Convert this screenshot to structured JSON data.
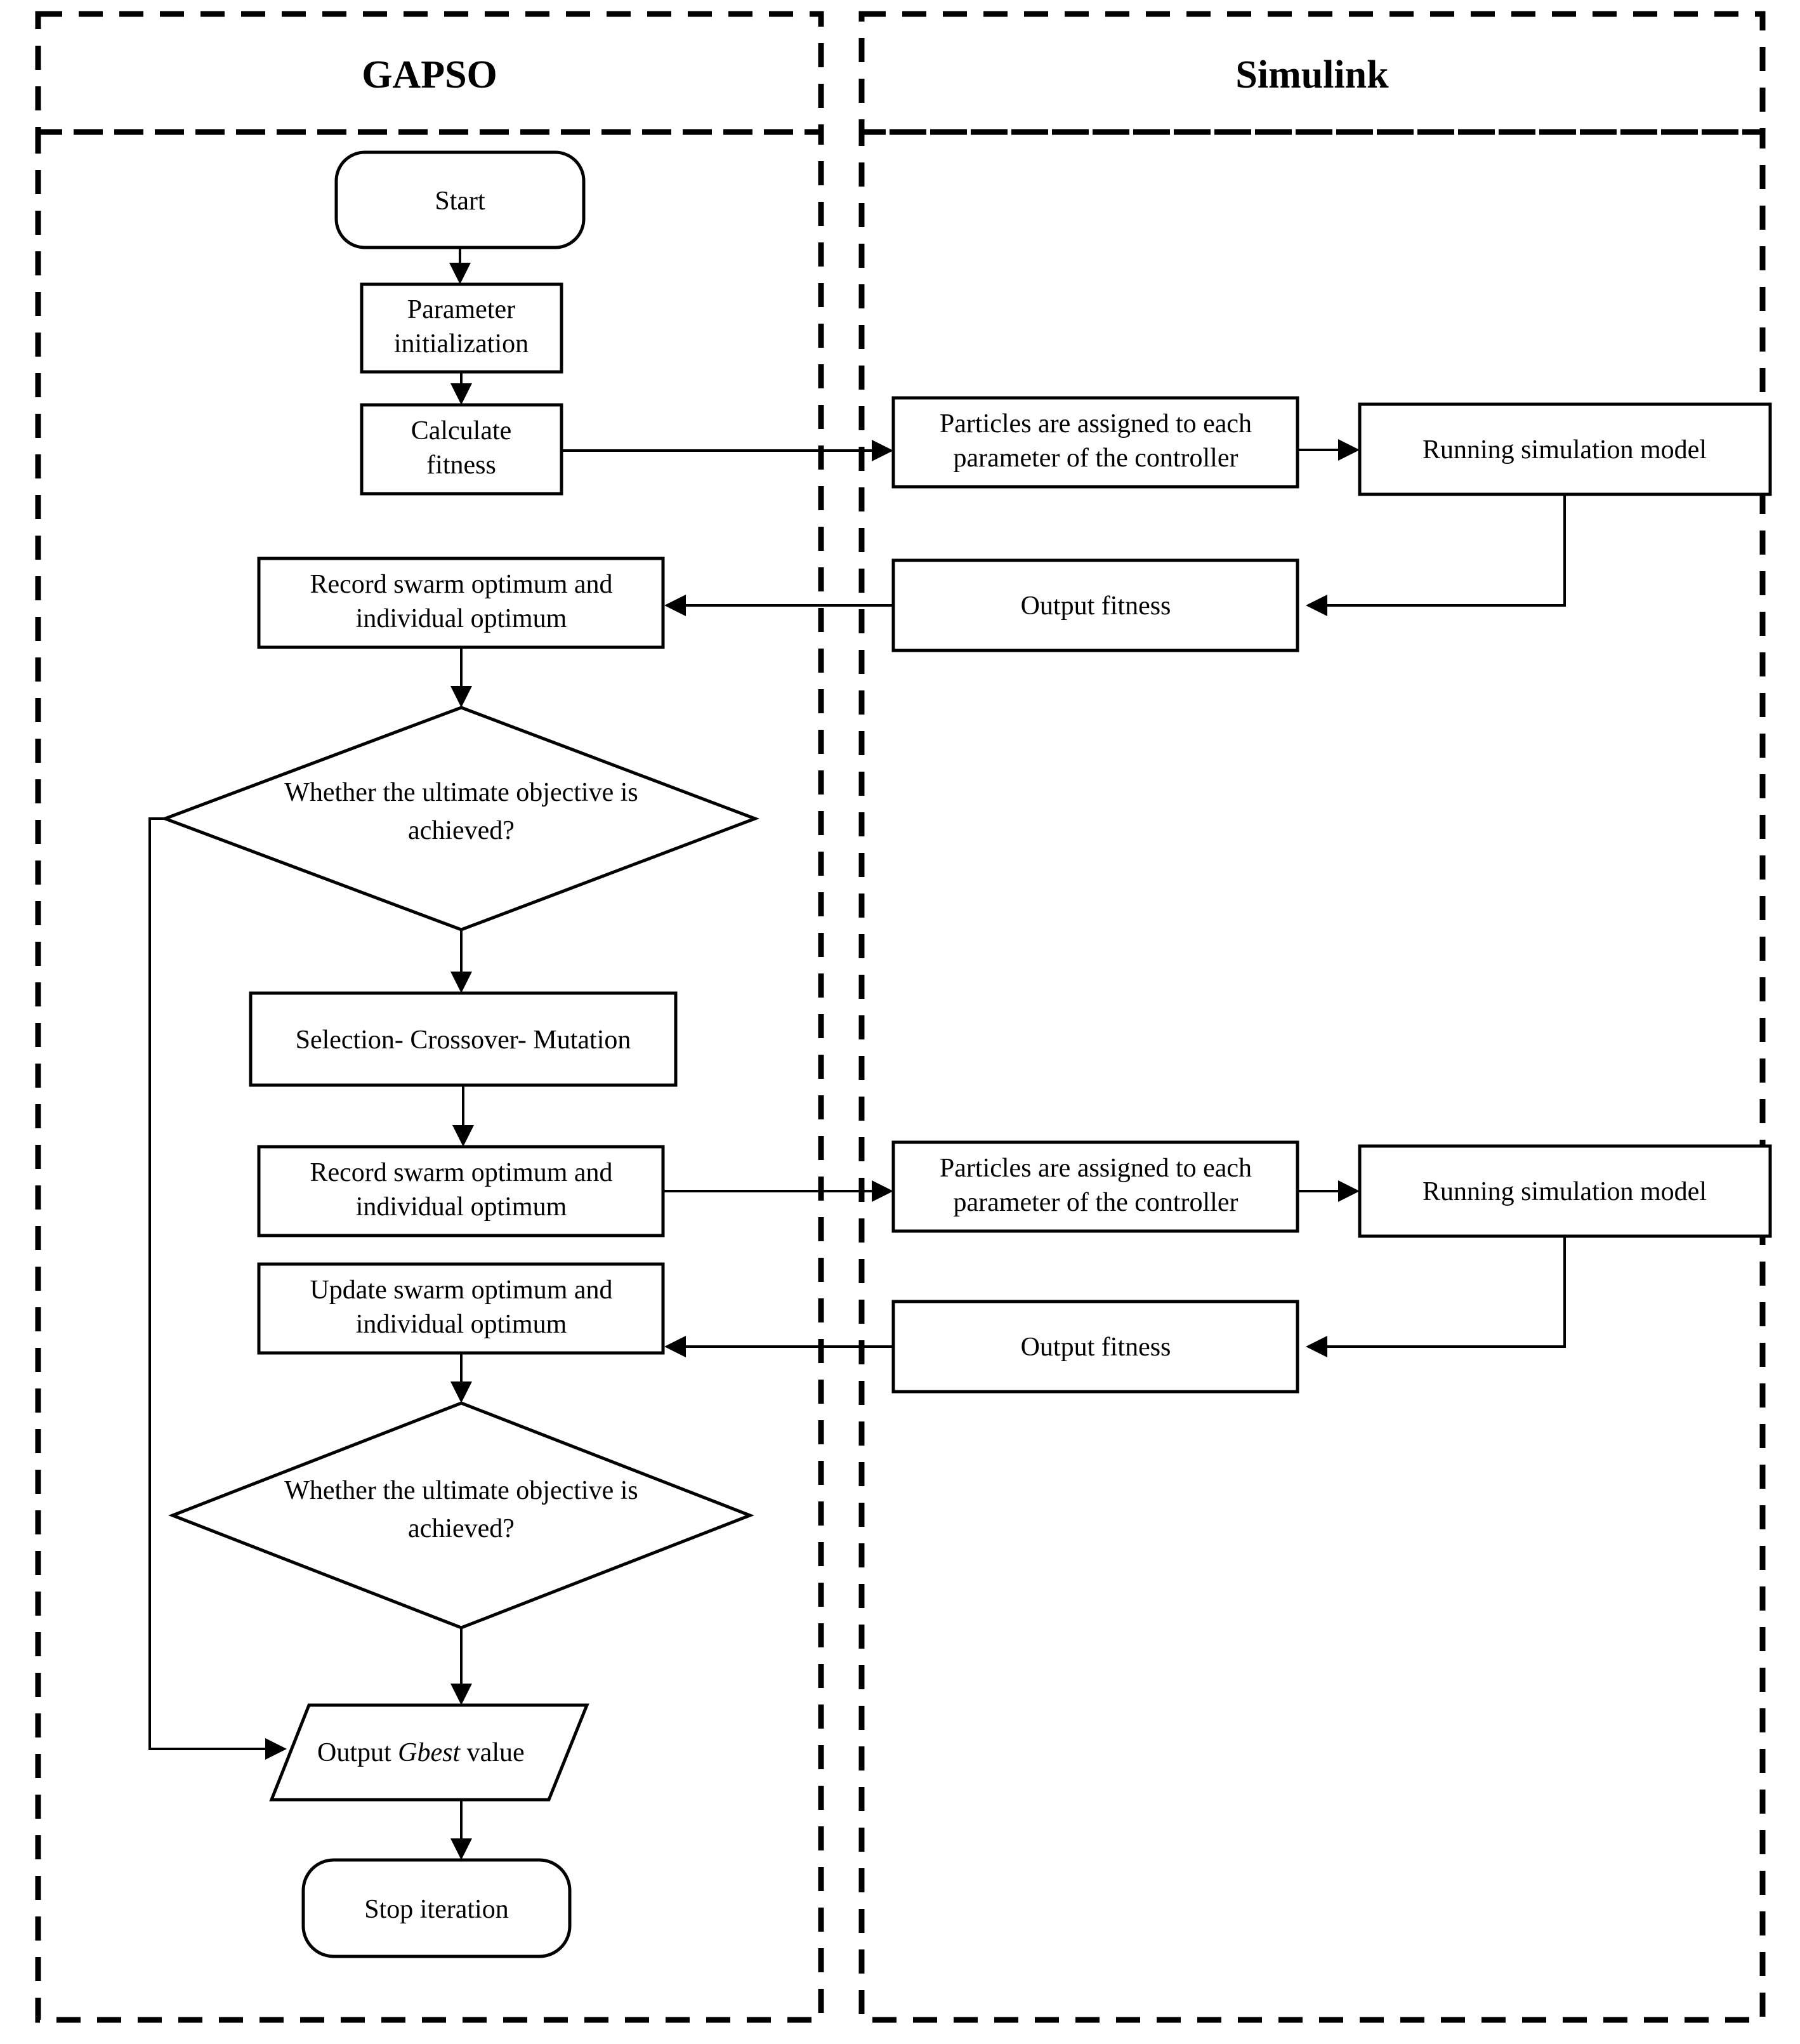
{
  "diagram": {
    "title_left": "GAPSO",
    "title_right": "Simulink",
    "type": "flowchart",
    "lanes": [
      {
        "id": "gapso",
        "label": "GAPSO",
        "nodes": [
          {
            "id": "start",
            "shape": "terminator",
            "label": "Start"
          },
          {
            "id": "param-init",
            "shape": "process",
            "label_line1": "Parameter",
            "label_line2": "initialization"
          },
          {
            "id": "calc-fitness",
            "shape": "process",
            "label_line1": "Calculate",
            "label_line2": "fitness"
          },
          {
            "id": "record-1",
            "shape": "process",
            "label_line1": "Record swarm optimum and",
            "label_line2": "individual optimum"
          },
          {
            "id": "decision-1",
            "shape": "decision",
            "label_line1": "Whether the ultimate objective is",
            "label_line2": "achieved?"
          },
          {
            "id": "gene-ops",
            "shape": "process",
            "label": "Selection- Crossover- Mutation"
          },
          {
            "id": "record-2",
            "shape": "process",
            "label_line1": "Record swarm optimum and",
            "label_line2": "individual optimum"
          },
          {
            "id": "update",
            "shape": "process",
            "label_line1": "Update swarm optimum and",
            "label_line2": "individual optimum"
          },
          {
            "id": "decision-2",
            "shape": "decision",
            "label_line1": "Whether the ultimate objective is",
            "label_line2": "achieved?"
          },
          {
            "id": "output-gbest",
            "shape": "parallelogram",
            "label_pre": "Output ",
            "label_em": "Gbest",
            "label_post": " value"
          },
          {
            "id": "stop",
            "shape": "terminator",
            "label": "Stop iteration"
          }
        ]
      },
      {
        "id": "simulink",
        "label": "Simulink",
        "nodes": [
          {
            "id": "assign-1",
            "shape": "process",
            "label_line1": "Particles are assigned to each",
            "label_line2": "parameter of the controller"
          },
          {
            "id": "run-sim-1",
            "shape": "process",
            "label": "Running simulation model"
          },
          {
            "id": "out-fit-1",
            "shape": "process",
            "label": "Output fitness"
          },
          {
            "id": "assign-2",
            "shape": "process",
            "label_line1": "Particles are assigned to each",
            "label_line2": "parameter of the controller"
          },
          {
            "id": "run-sim-2",
            "shape": "process",
            "label": "Running simulation model"
          },
          {
            "id": "out-fit-2",
            "shape": "process",
            "label": "Output fitness"
          }
        ]
      }
    ],
    "colors": {
      "stroke": "#000000",
      "fill": "#ffffff",
      "background": "#ffffff"
    }
  }
}
